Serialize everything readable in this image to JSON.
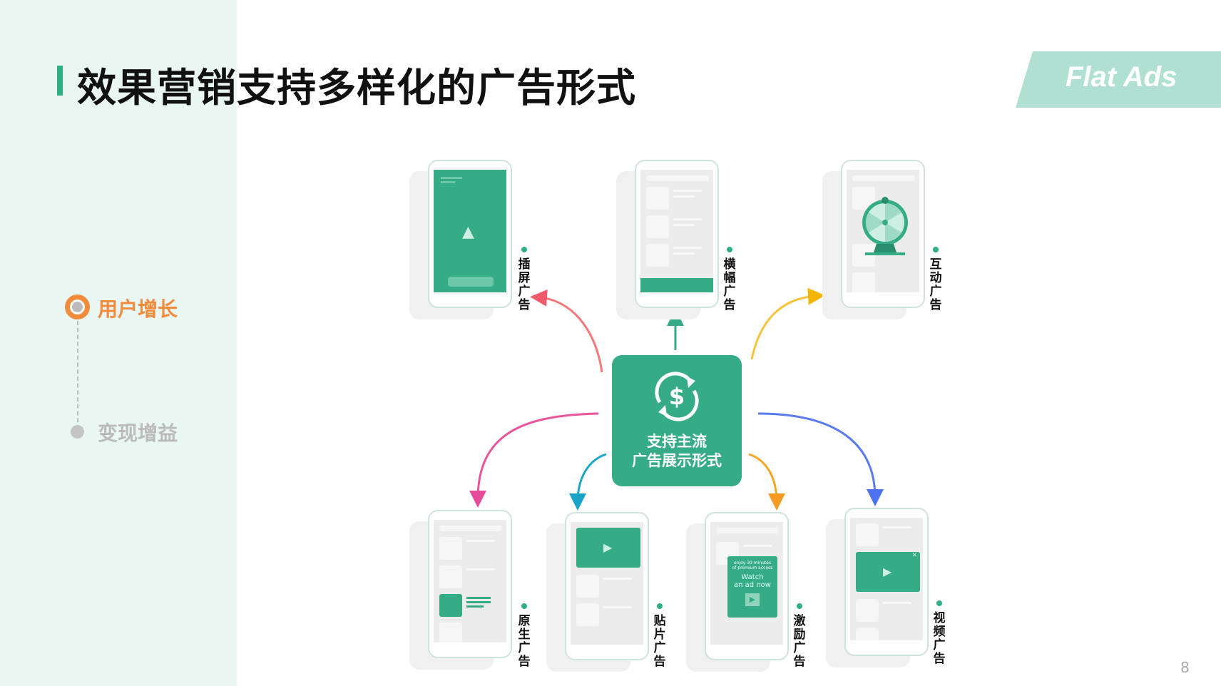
{
  "title": "效果营销支持多样化的广告形式",
  "brand": "Flat Ads",
  "sidebar": {
    "items": [
      {
        "label": "用户增长",
        "active": true,
        "color": "#f28b3c"
      },
      {
        "label": "变现增益",
        "active": false,
        "color": "#bbbbbb"
      }
    ]
  },
  "center": {
    "line1": "支持主流",
    "line2": "广告展示形式",
    "icon": "dollar-exchange-icon",
    "color": "#35ab86"
  },
  "ad_types": [
    {
      "label": "插屏广告"
    },
    {
      "label": "横幅广告"
    },
    {
      "label": "互动广告"
    },
    {
      "label": "原生广告"
    },
    {
      "label": "贴片广告"
    },
    {
      "label": "激励广告"
    },
    {
      "label": "视频广告"
    }
  ],
  "rewarded": {
    "line1": "enjoy 30 minutes",
    "line2": "of premium access",
    "cta1": "Watch",
    "cta2": "an ad now"
  },
  "page_number": "8"
}
